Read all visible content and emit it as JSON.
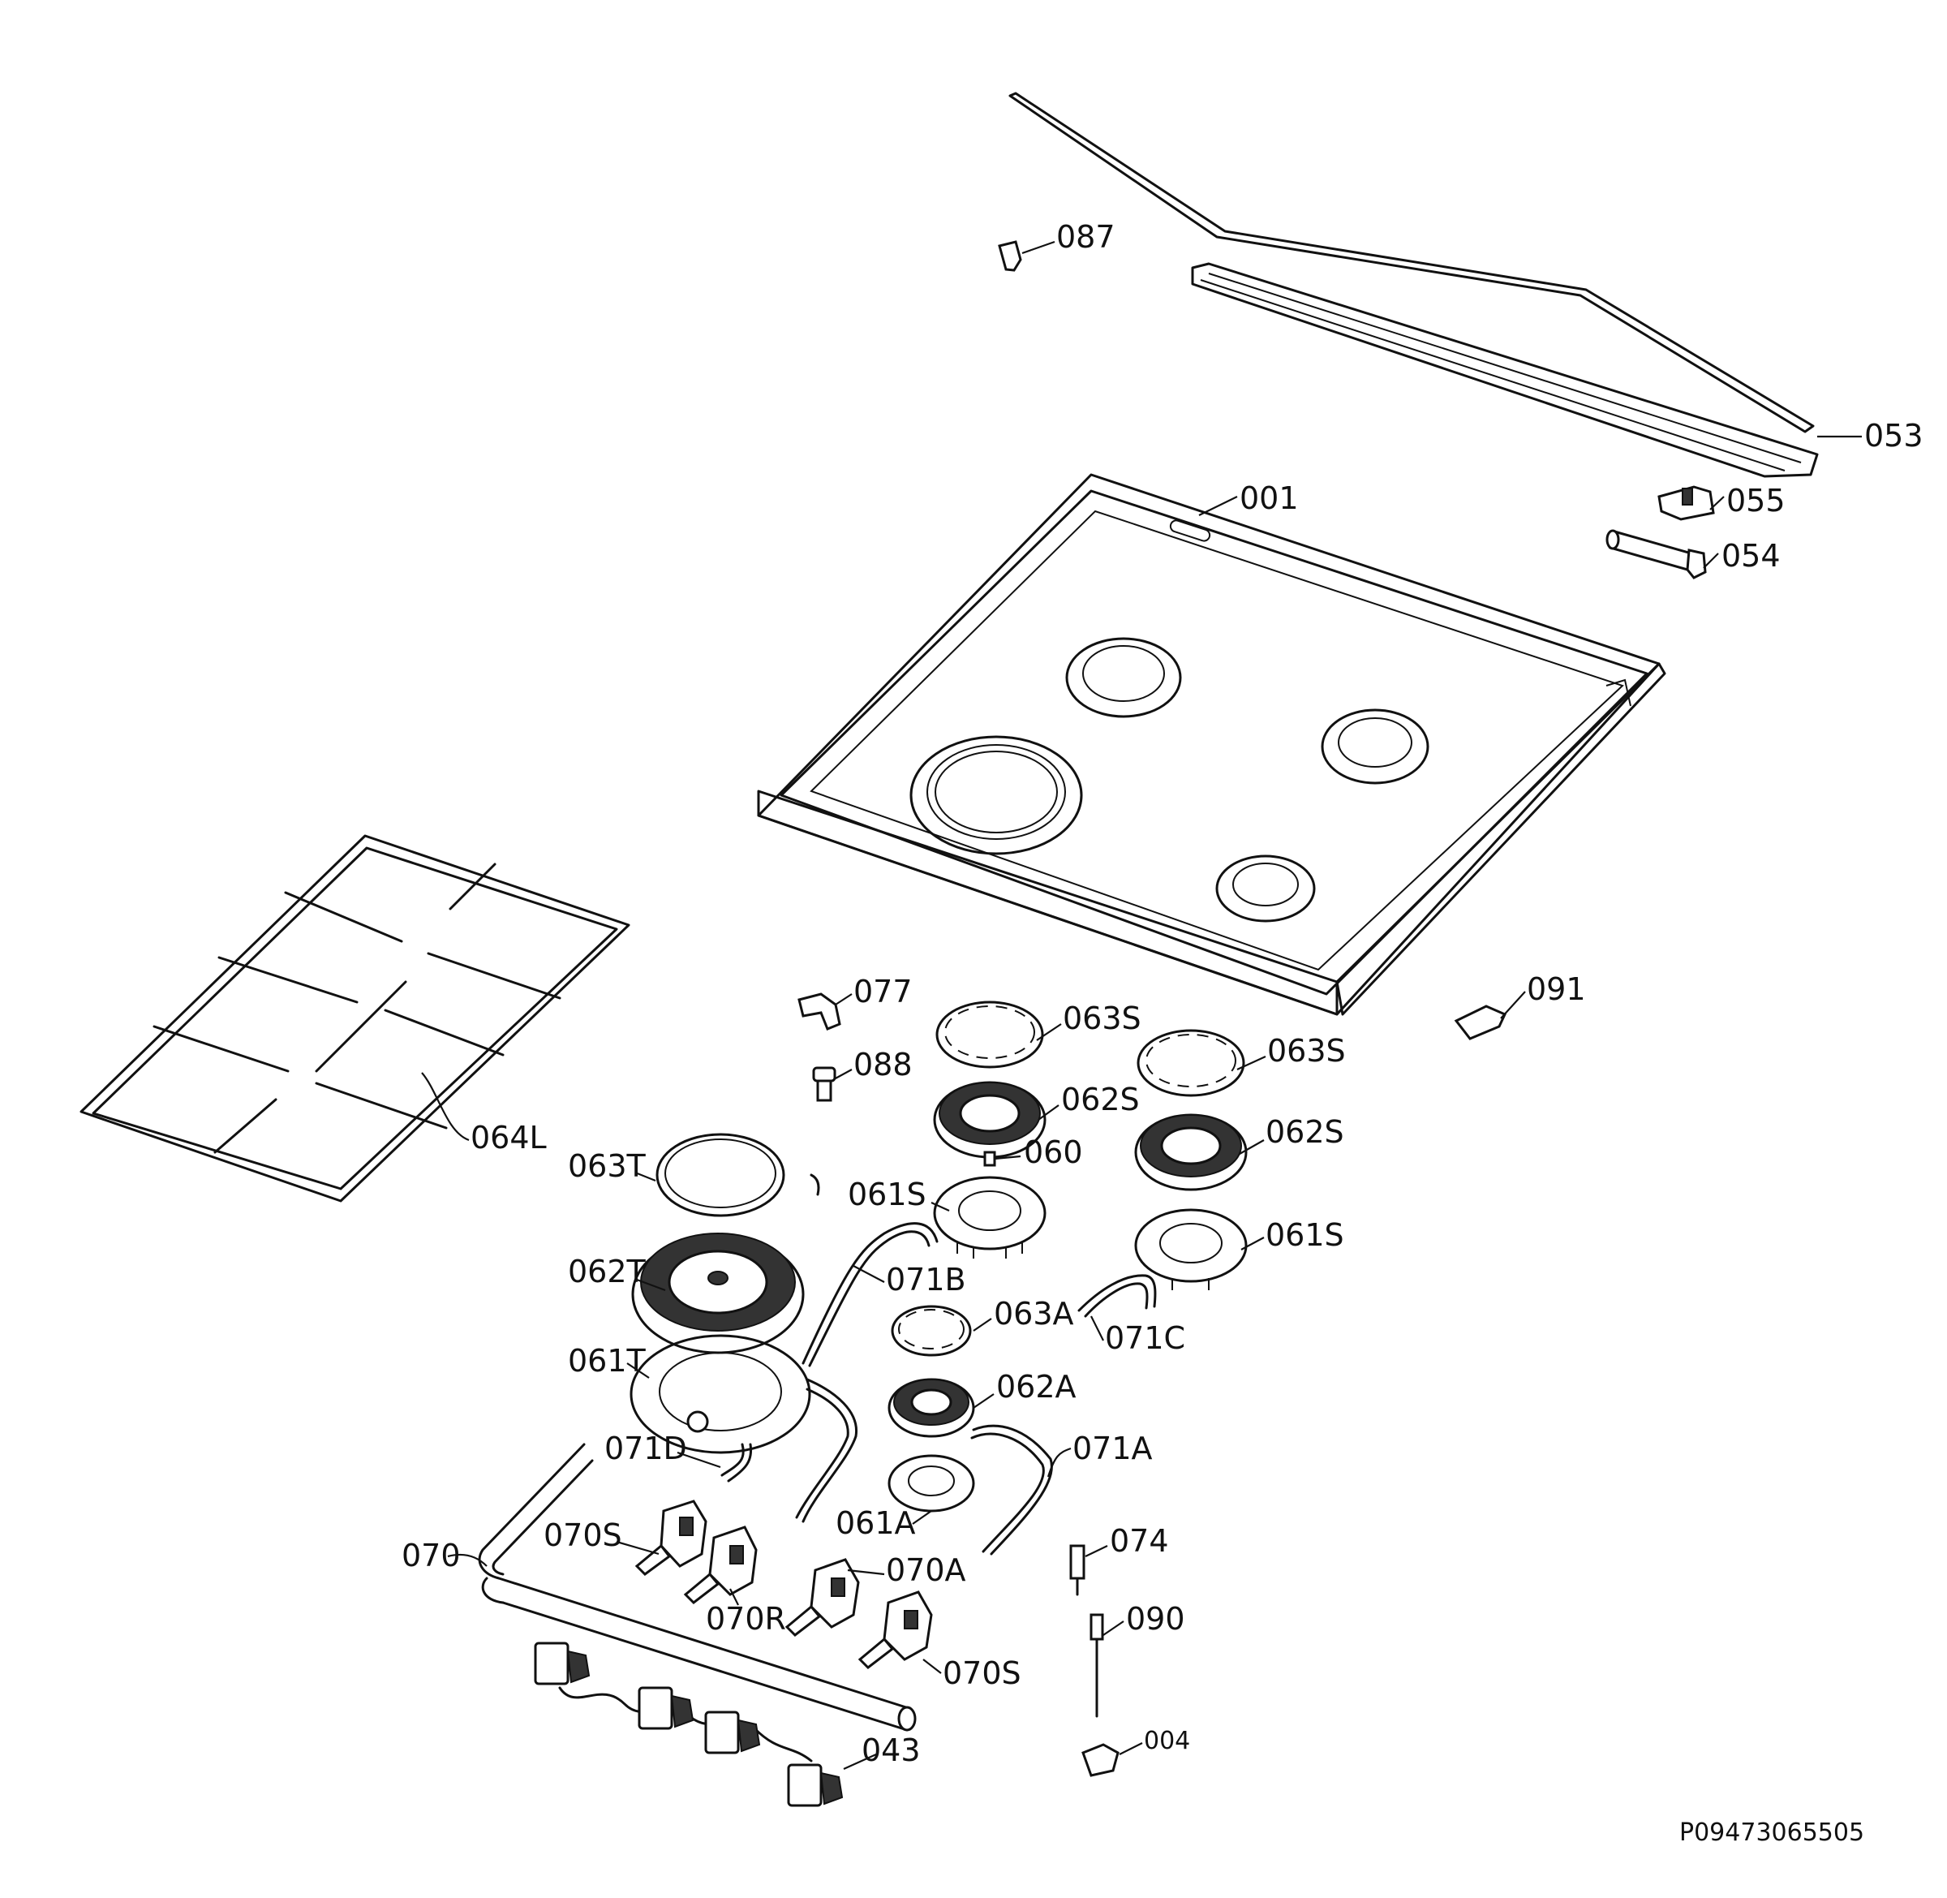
{
  "parts": {
    "p053": "053",
    "p087": "087",
    "p055": "055",
    "p054": "054",
    "p001": "001",
    "p091": "091",
    "p077": "077",
    "p088": "088",
    "p063s_a": "063S",
    "p063s_b": "063S",
    "p062s_a": "062S",
    "p062s_b": "062S",
    "p060": "060",
    "p061s_a": "061S",
    "p061s_b": "061S",
    "p064l": "064L",
    "p063t": "063T",
    "p062t": "062T",
    "p061t": "061T",
    "p071b": "071B",
    "p071c": "071C",
    "p063a": "063A",
    "p062a": "062A",
    "p071d": "071D",
    "p071a": "071A",
    "p061a": "061A",
    "p070": "070",
    "p070s_a": "070S",
    "p070r": "070R",
    "p070a": "070A",
    "p070s_b": "070S",
    "p074": "074",
    "p090": "090",
    "p043": "043",
    "p004": "004"
  },
  "drawing_ref": "P09473065505"
}
